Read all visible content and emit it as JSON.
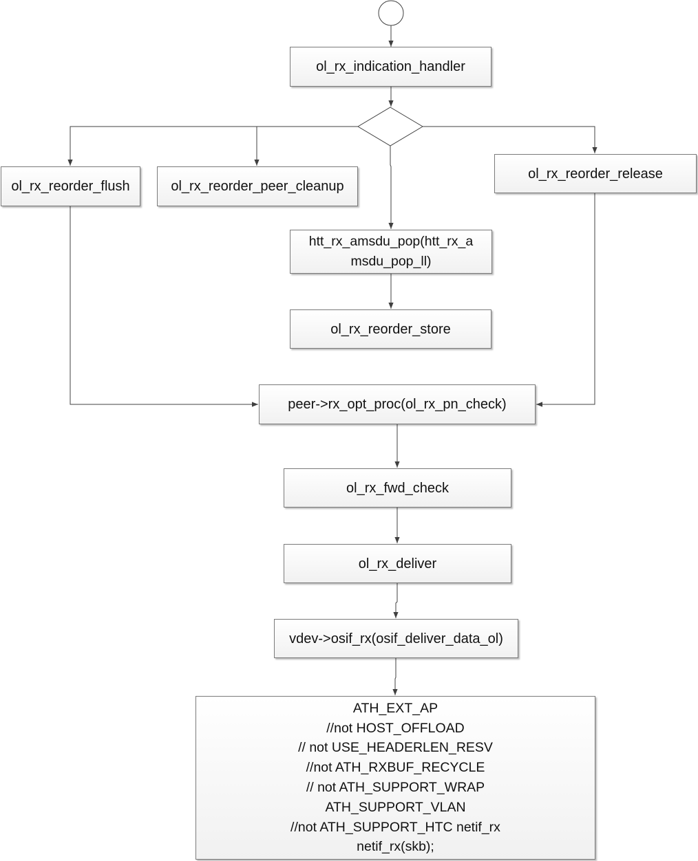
{
  "nodes": {
    "indication_handler": "ol_rx_indication_handler",
    "reorder_flush": "ol_rx_reorder_flush",
    "reorder_peer_cleanup": "ol_rx_reorder_peer_cleanup",
    "reorder_release": "ol_rx_reorder_release",
    "amsdu_pop_line1": "htt_rx_amsdu_pop(htt_rx_a",
    "amsdu_pop_line2": "msdu_pop_ll)",
    "reorder_store": "ol_rx_reorder_store",
    "rx_opt_proc": "peer->rx_opt_proc(ol_rx_pn_check)",
    "fwd_check": "ol_rx_fwd_check",
    "deliver": "ol_rx_deliver",
    "osif_rx": "vdev->osif_rx(osif_deliver_data_ol)",
    "final_lines": [
      "ATH_EXT_AP",
      "//not HOST_OFFLOAD",
      "// not USE_HEADERLEN_RESV",
      "//not ATH_RXBUF_RECYCLE",
      "// not ATH_SUPPORT_WRAP",
      "ATH_SUPPORT_VLAN",
      "//not ATH_SUPPORT_HTC netif_rx",
      "netif_rx(skb);"
    ]
  },
  "colors": {
    "line": "#404040",
    "border": "#7a7a7a",
    "fill_top": "#ffffff",
    "fill_bottom": "#f1f1f1"
  }
}
